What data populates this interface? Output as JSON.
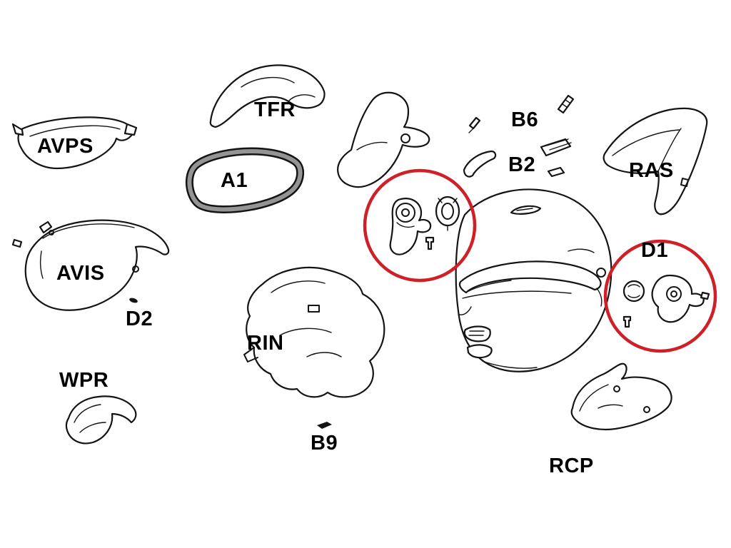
{
  "diagram": {
    "type": "exploded-parts-diagram",
    "subject": "full-face motorcycle helmet",
    "line_color": "#141414",
    "gasket_color": "#949494",
    "highlight_color": "#cf2028",
    "highlight_circle_count": 2,
    "labels": {
      "avps": "AVPS",
      "tfr": "TFR",
      "a1": "A1",
      "avis": "AVIS",
      "d2": "D2",
      "wpr": "WPR",
      "rin": "RIN",
      "b9": "B9",
      "b6": "B6",
      "b2": "B2",
      "ras": "RAS",
      "d1": "D1",
      "rcp": "RCP"
    }
  }
}
